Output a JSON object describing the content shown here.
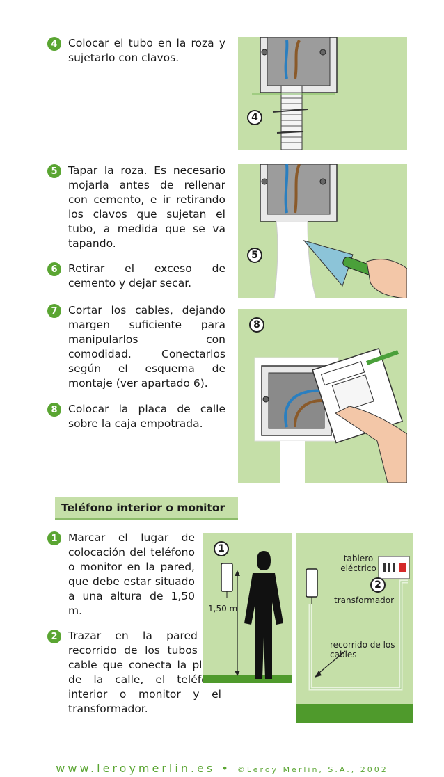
{
  "steps_top": [
    {
      "num": "4",
      "text": "Colocar el tubo en la roza y sujetarlo con clavos."
    },
    {
      "num": "5",
      "text": "Tapar la roza. Es necesario mojarla antes de rellenar con cemento, e ir retirando los clavos que sujetan el tubo, a medida que se va tapando."
    },
    {
      "num": "6",
      "text": "Retirar el exceso de cemento y dejar secar."
    },
    {
      "num": "7",
      "text": "Cortar los cables, dejando margen suficiente para manipularlos con comodidad. Conectarlos según el esquema de montaje (ver apartado 6)."
    },
    {
      "num": "8",
      "text": "Colocar la placa de calle sobre la caja empotrada."
    }
  ],
  "figures": {
    "fig4": "4",
    "fig5": "5",
    "fig8": "8"
  },
  "section": {
    "title": "Teléfono interior o monitor"
  },
  "steps_bottom": [
    {
      "num": "1",
      "text": "Marcar el lugar de colocación del teléfono o monitor en la pared, que debe estar situado a una altura de 1,50 m."
    },
    {
      "num": "2",
      "text": "Trazar en la pared el recorrido de los tubos del cable que conecta la placa de la calle, el teléfono interior o monitor y el transformador."
    }
  ],
  "diagram_left": {
    "label": "1",
    "height": "1,50 m"
  },
  "diagram_right": {
    "label": "2",
    "panel": "tablero eléctrico",
    "transformer": "transformador",
    "route": "recorrido de los cables"
  },
  "footer": {
    "site": "www.leroymerlin.es",
    "sep": "•",
    "copyright": "©Leroy Merlin, S.A., 2002"
  },
  "colors": {
    "accent": "#5aa532",
    "panel_bg": "#c5dfa8",
    "wall_green": "#4f9a2c"
  }
}
